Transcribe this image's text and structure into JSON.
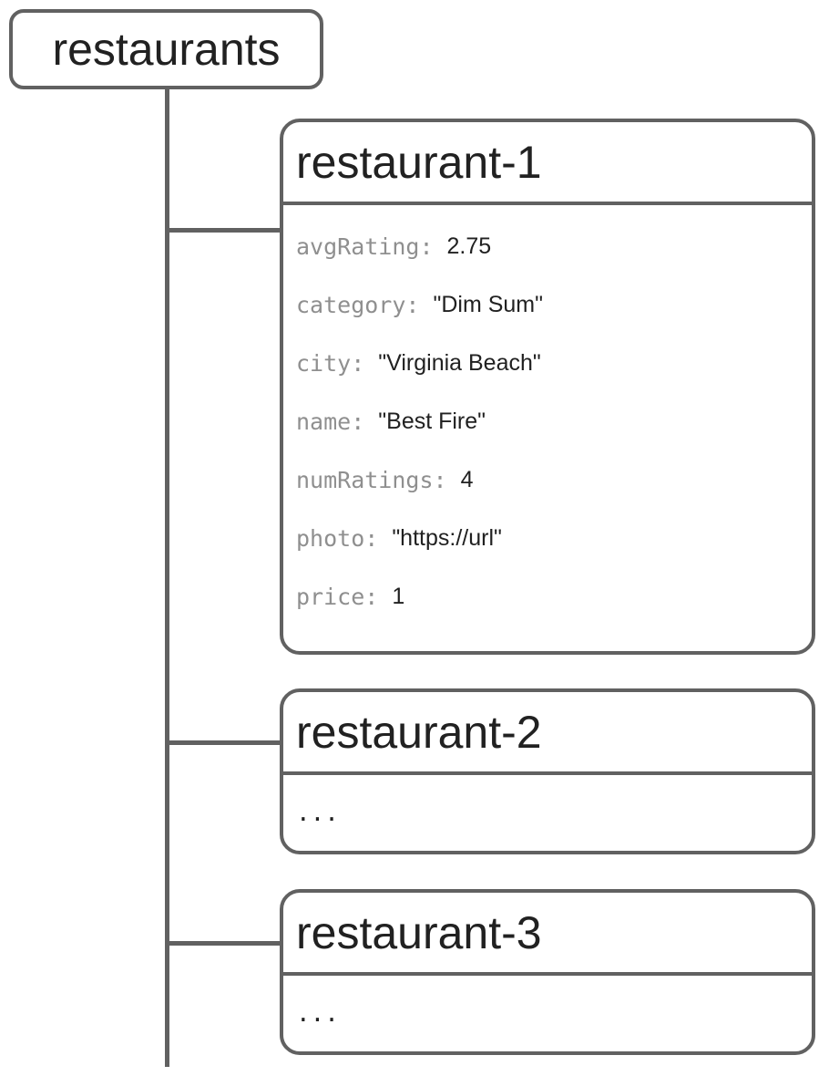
{
  "diagram": {
    "root": {
      "label": "restaurants"
    },
    "cards": [
      {
        "title": "restaurant-1",
        "fields": [
          {
            "key": "avgRating:",
            "value": "2.75"
          },
          {
            "key": "category:",
            "value": "\"Dim Sum\""
          },
          {
            "key": "city:",
            "value": "\"Virginia Beach\""
          },
          {
            "key": "name:",
            "value": "\"Best Fire\""
          },
          {
            "key": "numRatings:",
            "value": "4"
          },
          {
            "key": "photo:",
            "value": "\"https://url\""
          },
          {
            "key": "price:",
            "value": "1"
          }
        ]
      },
      {
        "title": "restaurant-2",
        "body": "..."
      },
      {
        "title": "restaurant-3",
        "body": "..."
      }
    ],
    "colors": {
      "border_color": "#616161",
      "key_color": "#8f8f8f",
      "value_color": "#212121",
      "bg_color": "#ffffff"
    }
  }
}
